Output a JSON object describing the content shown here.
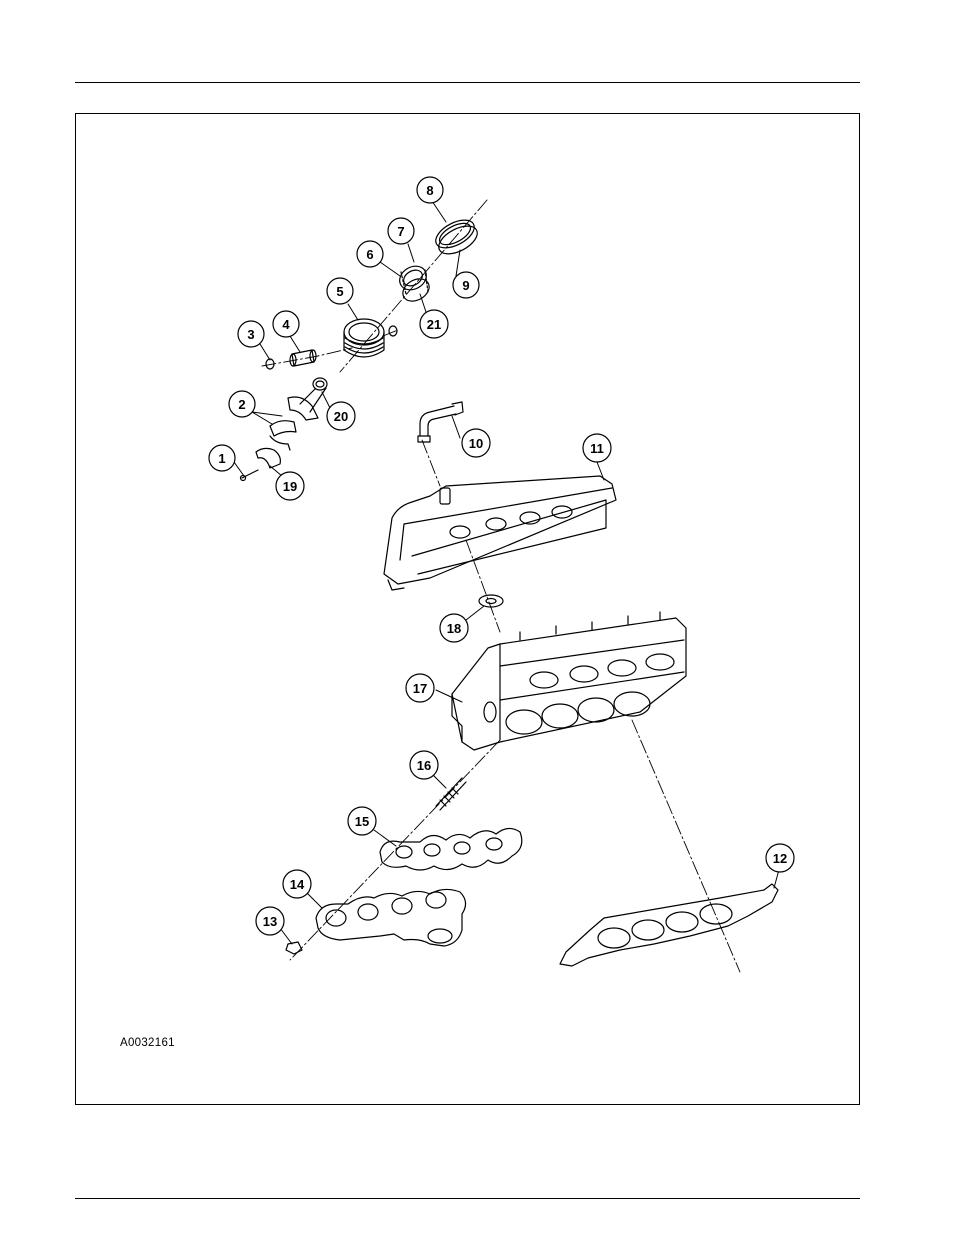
{
  "figure": {
    "id": "A0032161",
    "callouts": [
      {
        "n": "1",
        "part": "bolt"
      },
      {
        "n": "2",
        "part": "bearing shells"
      },
      {
        "n": "3",
        "part": "circlip"
      },
      {
        "n": "4",
        "part": "piston pin"
      },
      {
        "n": "5",
        "part": "piston"
      },
      {
        "n": "6",
        "part": "piston ring"
      },
      {
        "n": "7",
        "part": "piston ring"
      },
      {
        "n": "8",
        "part": "piston ring"
      },
      {
        "n": "9",
        "part": "piston ring"
      },
      {
        "n": "10",
        "part": "hose"
      },
      {
        "n": "11",
        "part": "valve cover"
      },
      {
        "n": "12",
        "part": "head gasket"
      },
      {
        "n": "13",
        "part": "nut"
      },
      {
        "n": "14",
        "part": "exhaust manifold"
      },
      {
        "n": "15",
        "part": "manifold gasket"
      },
      {
        "n": "16",
        "part": "stud"
      },
      {
        "n": "17",
        "part": "cylinder head"
      },
      {
        "n": "18",
        "part": "seal"
      },
      {
        "n": "19",
        "part": "bearing cap"
      },
      {
        "n": "20",
        "part": "connecting rod"
      },
      {
        "n": "21",
        "part": "piston ring"
      }
    ]
  }
}
